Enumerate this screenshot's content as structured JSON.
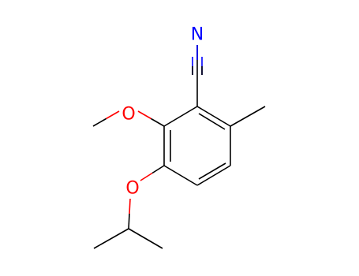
{
  "molecule": {
    "colors": {
      "carbon": "#000000",
      "oxygen": "#ff0000",
      "nitrogen": "#0000ff",
      "background": "#ffffff"
    },
    "atom_labels": {
      "nitrile_nitrogen": "N",
      "methoxy_oxygen": "O",
      "isopropoxy_oxygen": "O"
    }
  }
}
